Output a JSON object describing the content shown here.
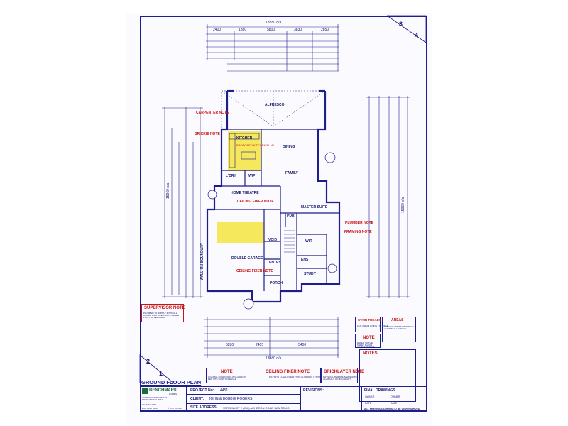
{
  "sheet": {
    "number_left": "2",
    "number_left_sub": "1",
    "number_right": "3",
    "number_right_sub": "4",
    "plan_title": "GROUND FLOOR PLAN"
  },
  "dims": {
    "top_overall": "13580 o/a",
    "top_segments": [
      "2400",
      "1880",
      "5800",
      "3830",
      "2850"
    ],
    "left_overall": "15960 o/a",
    "right_overall": "15960 o/a",
    "bottom_overall": "13480 o/a",
    "bottom_segments": [
      "6280",
      "2405",
      "5400"
    ]
  },
  "rooms": {
    "alfresco": "ALFRESCO",
    "kitchen": "KITCHEN",
    "dining": "DINING",
    "family": "FAMILY",
    "lndry": "L'DRY",
    "wip": "WIP",
    "home_theatre": "HOME THEATRE",
    "master_suite": "MASTER SUITE",
    "pdr": "PDR",
    "void": "VOID",
    "double_garage": "DOUBLE GARAGE",
    "entry": "ENTRY",
    "wir": "WIR",
    "ens": "ENS",
    "study": "STUDY",
    "porch": "PORCH",
    "wall_on_boundary": "WALL ON BOUNDARY"
  },
  "notes": {
    "carpenter": "CARPENTER NOTE",
    "bricklayer_left": "BRICKIE NOTE",
    "supervisor": "SUPERVISOR NOTE",
    "supervisor_body": "PLUMBER TO SUPPLY & INSTALL WATER TAPS & RELOCATE SEWER POINT AS REQUIRED",
    "ceiling_fixer_1": "CEILING FIXER NOTE",
    "ceiling_fixer_2": "CEILING FIXER NOTE",
    "plumber": "PLUMBER NOTE",
    "framing": "FRAMING NOTE",
    "stair_treads": "STAIR TREADS",
    "stair_treads_body": "15@ 240MM GOING 173 RISER",
    "areas": "AREAS",
    "areas_body": "GROUND / FIRST / PORTICO / ALFRESCO / GARAGE",
    "note_right": "NOTE",
    "note_right_body": "REFER TO THE SHEET FLOOR LEVELS DETAILS",
    "notes_right": "NOTES",
    "note_bottom": "NOTE",
    "note_bottom_body": "COASTAL CONDITIONS INCLUDED AS PER SITE COST SCHEDULE",
    "ceiling_fixer_bottom": "CEILING FIXER NOTE",
    "ceiling_fixer_bottom_body": "REFER TO ADDENDA FOR CORNICE TYPES",
    "bricklayer_bottom": "BRICKLAYER NOTE",
    "bricklayer_bottom_body": "PHYSICAL TERMITE BARRIER TO ALL WALLS ON BOUNDARY",
    "kitchen_callout": "PROPOSED KITCHEN PLAN"
  },
  "title_block": {
    "company": "BENCHMARK",
    "company_sub": "HOMES",
    "company_address": "CORPORATION CIRCUIT TRAMORE TAS 7052",
    "phone": "PH: 6262 2030",
    "fax": "FAX: 6262 2288",
    "copyright": "© COPYRIGHT",
    "project_label": "PROJECT No:",
    "project_value": "4451",
    "client_label": "CLIENT:",
    "client_value": "JOHN & BOBBIE ROGERS",
    "site_label": "SITE ADDRESS:",
    "site_value": "STRATA LOT 2 (INA) ACHERON ROAD SAN REMO",
    "revisions_label": "REVISIONS:",
    "final_label": "FINAL DRAWINGS",
    "owner_label": "OWNER",
    "owner2_label": "OWNER",
    "date_label": "DATE",
    "date2_label": "DATE",
    "footer": "ALL PREVIOUS COPIES TO BE DISREGARDED"
  },
  "colors": {
    "line": "#1d1d8c",
    "red": "#c81414",
    "highlight": "#f5e54a",
    "paper": "#fbfbff"
  }
}
